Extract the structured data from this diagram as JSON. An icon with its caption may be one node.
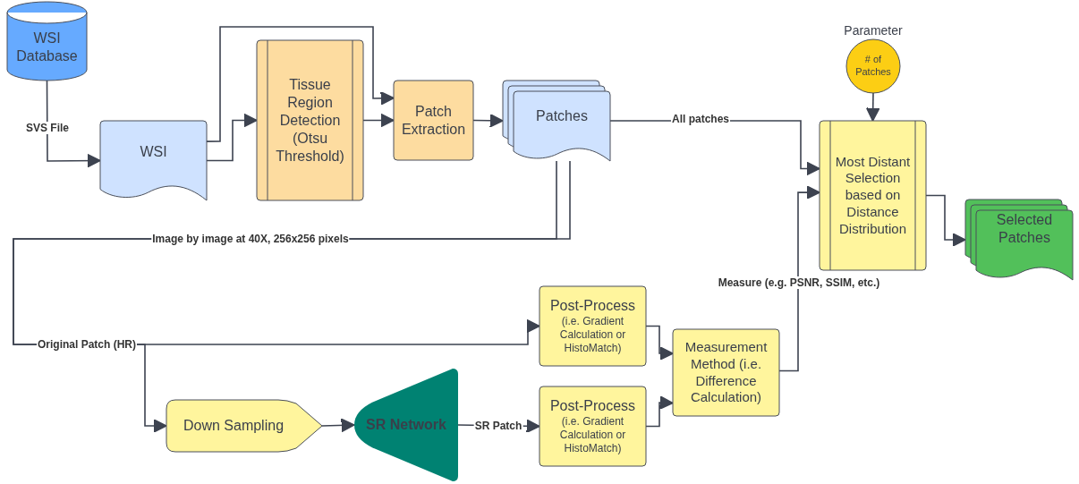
{
  "diagram": {
    "nodes": [
      {
        "text": [
          "WSI Database"
        ]
      },
      {
        "text": [
          "WSI"
        ]
      },
      {
        "text": [
          "Tissue Region Detection (Otsu Threshold)"
        ]
      },
      {
        "text": [
          "Patch Extraction"
        ]
      },
      {
        "text": [
          "Patches"
        ]
      },
      {
        "text": [
          "Parameter",
          "# of Patches"
        ]
      },
      {
        "text": [
          "Most Distant Selection based on Distance Distribution"
        ]
      },
      {
        "text": [
          "Selected Patches"
        ]
      },
      {
        "text": [
          "Post-Process",
          "(i.e. Gradient Calculation or HistoMatch)"
        ]
      },
      {
        "text": [
          "Post-Process",
          "(i.e. Gradient Calculation or HistoMatch)"
        ]
      },
      {
        "text": [
          "Measurement Method (i.e. Difference Calculation)"
        ]
      },
      {
        "text": [
          "Down Sampling"
        ]
      },
      {
        "text": [
          "SR Network"
        ]
      }
    ],
    "edges": [
      {
        "from": 0,
        "to": 1,
        "arrow": "to",
        "label": "SVS File"
      },
      {
        "from": 1,
        "to": 3,
        "arrow": "to"
      },
      {
        "from": 1,
        "to": 2,
        "arrow": "to"
      },
      {
        "from": 2,
        "to": 3,
        "arrow": "to"
      },
      {
        "from": 3,
        "to": 4,
        "arrow": "to"
      },
      {
        "from": 4,
        "to": 6,
        "arrow": "to",
        "label": "All patches"
      },
      {
        "from": 5,
        "to": 6,
        "arrow": "to"
      },
      {
        "from": 6,
        "to": 7,
        "arrow": "to"
      },
      {
        "from": 4,
        "to": 8,
        "arrow": "to",
        "label": "Image by image at 40X, 256x256 pixels"
      },
      {
        "from": 4,
        "to": 11,
        "arrow": "to",
        "label": "Original Patch (HR)"
      },
      {
        "from": 11,
        "to": 12,
        "arrow": "to"
      },
      {
        "from": 12,
        "to": 9,
        "arrow": "to",
        "label": "SR Patch"
      },
      {
        "from": 8,
        "to": 10,
        "arrow": "to"
      },
      {
        "from": 9,
        "to": 10,
        "arrow": "to"
      },
      {
        "from": 10,
        "to": 6,
        "arrow": "to",
        "label": "Measure (e.g. PSNR, SSIM, etc.)"
      }
    ]
  }
}
